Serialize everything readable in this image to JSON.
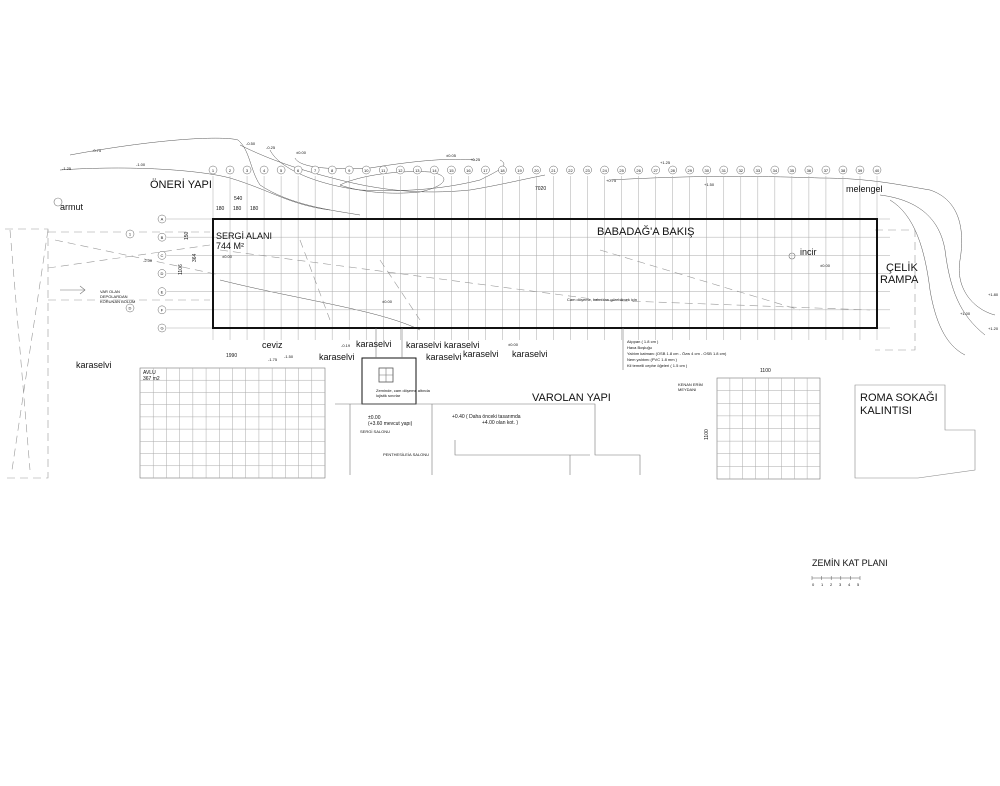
{
  "drawing": {
    "title": "ZEMİN KAT PLANI",
    "scale_ticks": [
      "0",
      "1",
      "2",
      "3",
      "4",
      "5"
    ],
    "labels": {
      "proposed_building": "ÖNERİ YAPI",
      "exhibition_area": "SERGİ ALANI",
      "exhibition_area_size": "744 M²",
      "view": "BABADAĞ'A BAKIŞ",
      "steel_ramp_1": "ÇELİK",
      "steel_ramp_2": "RAMPA",
      "existing_building": "VAROLAN YAPI",
      "roman_street_1": "ROMA SOKAĞI",
      "roman_street_2": "KALINTISI",
      "courtyard": "AVLU",
      "courtyard_size": "367 m2",
      "square_1": "KENAN ERİM",
      "square_2": "MEYDANI",
      "preserved_1": "VAR OLAN",
      "preserved_2": "DEPOLARDAN",
      "preserved_3": "KORUNAN BÖLÜM",
      "glass_note": "Cam döşeme, kalıntıları görebilmek için",
      "glass_note_2": "Zeminde, cam döşeme altında",
      "glass_note_3": "lojistik sınırlar",
      "level_existing": "±0.00",
      "level_existing_2": "(+3.60 mevcut yapı)",
      "level_prev": "+0.40 ( Daha önceki tasarımda",
      "level_prev_2": "+4.00 olan kot. )",
      "hall_1": "SERGİ SALONU",
      "hall_2": "PENTHESİLEİA SALONU"
    },
    "trees": [
      "armut",
      "ceviz",
      "incir",
      "melengel",
      "karaselvi"
    ],
    "dimensions": {
      "d540": "540",
      "d180": "180",
      "d7020": "7020",
      "d1106": "1106",
      "d150": "150",
      "d364": "364",
      "d1990": "1990",
      "d1100": "1100"
    },
    "levels": [
      "-0.50",
      "-0.25",
      "±0.00",
      "±0.05",
      "+0.25",
      "-0.75",
      "-1.00",
      "-1.25",
      "+0.75",
      "+1.25",
      "+1.50",
      "-2.00",
      "-1.75",
      "-1.50",
      "+1.00",
      "+1.80",
      "+1.20",
      "-0.19"
    ],
    "wall_layers": [
      "Alçıpan ( 1.8 cm )",
      "Hava Boşluğu",
      "Yalıtım katmanı (OSB 1.8 cm - Özw 4 cm - OSB 1.8 cm)",
      "Nem yalıtımı (PVC 1.8 mm )",
      "Kil temelli cephe öğeleri ( 1.5 cm )"
    ],
    "column_axes": [
      "1",
      "2",
      "3",
      "4",
      "5",
      "6",
      "7",
      "8",
      "9",
      "10",
      "11",
      "12",
      "13",
      "14",
      "15",
      "16",
      "17",
      "18",
      "19",
      "20",
      "21",
      "22",
      "23",
      "24",
      "25",
      "26",
      "27",
      "28",
      "29",
      "30",
      "31",
      "32",
      "33",
      "34",
      "35",
      "36",
      "37",
      "38",
      "39",
      "40"
    ],
    "row_axes": [
      "A",
      "B",
      "C",
      "D",
      "E",
      "F",
      "G"
    ],
    "side_axes": [
      "1",
      "D"
    ]
  }
}
